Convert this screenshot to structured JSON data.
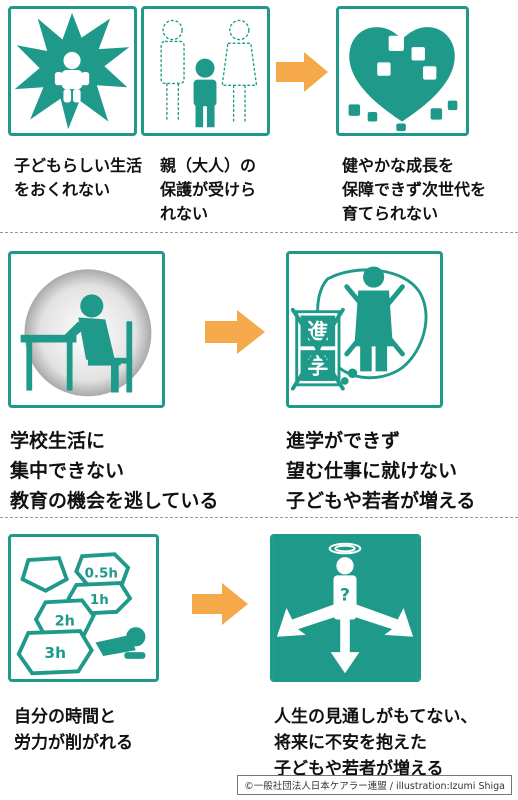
{
  "colors": {
    "teal": "#1f9a8a",
    "arrow": "#f6a94b"
  },
  "section1": {
    "caption_a": "子どもらしい生活\nをおくれない",
    "caption_b": "親（大人）の\n保護が受けら\nれない",
    "caption_c": "健やかな成長を\n保障できず次世代を\n育てられない"
  },
  "section2": {
    "caption_a": "学校生活に\n集中できない\n教育の機会を逃している",
    "caption_b": "進学ができず\n望む仕事に就けない\n子どもや若者が増える",
    "sign_top": "進",
    "sign_bottom": "学"
  },
  "section3": {
    "caption_a": "自分の時間と\n労力が削がれる",
    "caption_b": "人生の見通しがもてない、\n将来に不安を抱えた\n子どもや若者が増える",
    "rock_labels": [
      "0.5h",
      "1h",
      "2h",
      "3h"
    ],
    "question_mark": "?"
  },
  "credit": "©一般社団法人日本ケアラー連盟 / illustration:Izumi Shiga"
}
